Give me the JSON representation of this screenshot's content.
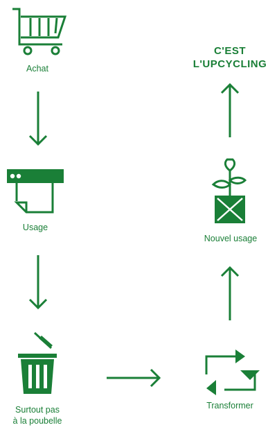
{
  "colors": {
    "accent": "#1a7f37",
    "background": "#ffffff"
  },
  "steps": {
    "achat": {
      "label": "Achat",
      "icon": "shopping-cart-icon"
    },
    "usage": {
      "label": "Usage",
      "icon": "document-window-icon"
    },
    "poubelle": {
      "label_line1": "Surtout pas",
      "label_line2": "à la poubelle",
      "icon": "trash-bin-icon"
    },
    "transformer": {
      "label": "Transformer",
      "icon": "recycle-arrows-icon"
    },
    "nouvel_usage": {
      "label": "Nouvel usage",
      "icon": "plant-pot-icon"
    },
    "upcycling": {
      "line1": "C'EST",
      "line2": "L'UPCYCLING"
    }
  },
  "arrows": [
    "down",
    "down",
    "right",
    "up",
    "up"
  ]
}
